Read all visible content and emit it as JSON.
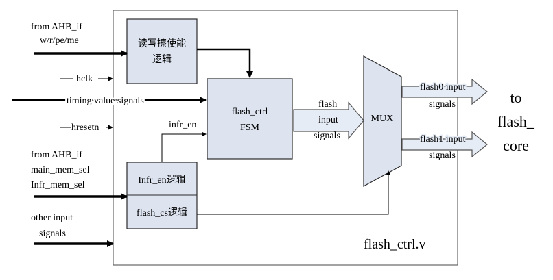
{
  "colors": {
    "block_fill": "#dde4f0",
    "block_stroke": "#2b2b2b",
    "arrow_fill": "#e6ecf5",
    "arrow_stroke": "#555555",
    "frame_stroke": "#666666"
  },
  "module_name": "flash_ctrl.v",
  "blocks": {
    "rw_enable": {
      "line1": "读写擦使能",
      "line2": "逻辑"
    },
    "fsm": {
      "line1": "flash_ctrl",
      "line2": "FSM"
    },
    "infr_en": "Infr_en逻辑",
    "flash_cs": "flash_cs逻辑",
    "mux": "MUX"
  },
  "inputs": {
    "ahb_rw": {
      "line1": "from AHB_if",
      "line2": "w/r/pe/me"
    },
    "hclk": "hclk",
    "timing": "timing value signals",
    "hresetn": "hresetn",
    "ahb_sel": {
      "line1": "from AHB_if",
      "line2": "main_mem_sel",
      "line3": "Infr_mem_sel"
    },
    "other": {
      "line1": "other input",
      "line2": "signals"
    }
  },
  "internal": {
    "infr_en_signal": "infr_en",
    "flash_input": {
      "line1": "flash",
      "line2": "input",
      "line3": "signals"
    }
  },
  "outputs": {
    "flash0": {
      "line1": "flash0 input",
      "line2": "signals"
    },
    "flash1": {
      "line1": "flash1 input",
      "line2": "signals"
    },
    "target": {
      "line1": "to",
      "line2": "flash_",
      "line3": "core"
    }
  }
}
